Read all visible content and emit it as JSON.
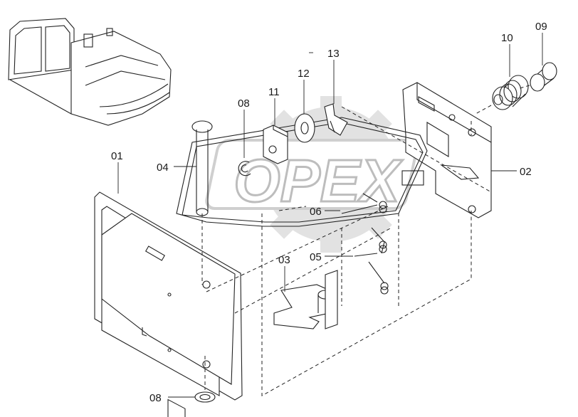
{
  "colors": {
    "line": "#222222",
    "watermark": "#d9d9d9",
    "background": "#ffffff"
  },
  "watermark": {
    "text": "OPEX"
  },
  "parts": {
    "p01": "01",
    "p02": "02",
    "p03": "03",
    "p04": "04",
    "p05": "05",
    "p06": "06",
    "p08_top": "08",
    "p08_bottom": "08",
    "p09": "09",
    "p10": "10",
    "p11": "11",
    "p12": "12",
    "p13": "13"
  }
}
